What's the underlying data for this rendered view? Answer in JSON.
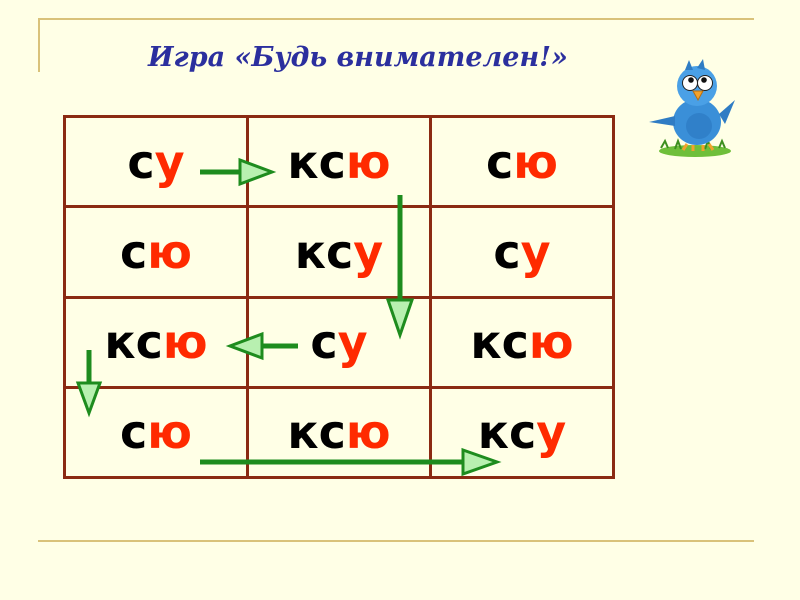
{
  "title": "Игра «Будь внимателен!»",
  "grid": {
    "rows": [
      [
        {
          "base": "с",
          "vowel": "у"
        },
        {
          "base": "кс",
          "vowel": "ю"
        },
        {
          "base": "с",
          "vowel": "ю"
        }
      ],
      [
        {
          "base": "с",
          "vowel": "ю"
        },
        {
          "base": "кс",
          "vowel": "у"
        },
        {
          "base": "с",
          "vowel": "у"
        }
      ],
      [
        {
          "base": "кс",
          "vowel": "ю"
        },
        {
          "base": "с",
          "vowel": "у"
        },
        {
          "base": "кс",
          "vowel": "ю"
        }
      ],
      [
        {
          "base": "с",
          "vowel": "ю"
        },
        {
          "base": "кс",
          "vowel": "ю"
        },
        {
          "base": "кс",
          "vowel": "у"
        }
      ]
    ]
  },
  "colors": {
    "background": "#FFFFE6",
    "title": "#2B2F9E",
    "grid_border": "#8B2A12",
    "consonant_text": "#000000",
    "vowel_text": "#FF2A00",
    "arrow": "#1E8C1E",
    "arrow_head": "#B8F0B0",
    "decor_line": "#D9C27A"
  },
  "arrows": [
    {
      "name": "arrow-right-row1",
      "direction": "right"
    },
    {
      "name": "arrow-down-col2",
      "direction": "down"
    },
    {
      "name": "arrow-left-row3",
      "direction": "left"
    },
    {
      "name": "arrow-down-col1",
      "direction": "down"
    },
    {
      "name": "arrow-right-row4",
      "direction": "right"
    }
  ],
  "illustration": "blue-bird-icon"
}
